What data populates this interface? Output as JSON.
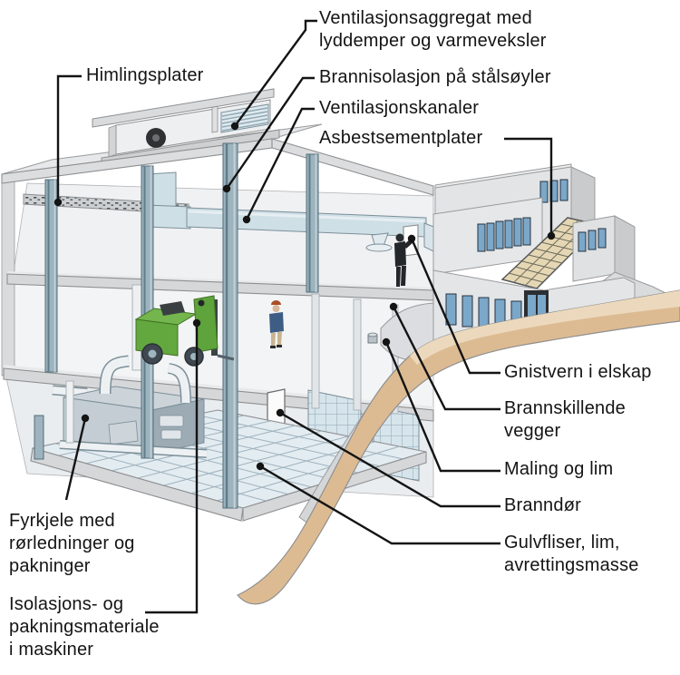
{
  "figure": {
    "type": "labeled cutaway illustration",
    "subject": "industrial building cross-section with hazardous-material locations",
    "language": "Norwegian"
  },
  "labels": [
    {
      "id": "ventilasjonsaggregat",
      "lines": [
        "Ventilasjonsaggregat med",
        "lyddemper og varmeveksler"
      ]
    },
    {
      "id": "himlingsplater",
      "lines": [
        "Himlingsplater"
      ]
    },
    {
      "id": "brannisolasjon",
      "lines": [
        "Brannisolasjon på stålsøyler"
      ]
    },
    {
      "id": "ventilasjonskanaler",
      "lines": [
        "Ventilasjonskanaler"
      ]
    },
    {
      "id": "asbestsementplater",
      "lines": [
        "Asbestsementplater"
      ]
    },
    {
      "id": "gnistvern",
      "lines": [
        "Gnistvern i elskap"
      ]
    },
    {
      "id": "brannskillende",
      "lines": [
        "Brannskillende",
        "vegger"
      ]
    },
    {
      "id": "maling",
      "lines": [
        "Maling og lim"
      ]
    },
    {
      "id": "branndor",
      "lines": [
        "Branndør"
      ]
    },
    {
      "id": "gulvfliser",
      "lines": [
        "Gulvfliser, lim,",
        "avrettingsmasse"
      ]
    },
    {
      "id": "fyrkjele",
      "lines": [
        "Fyrkjele med",
        "rørledninger og",
        "pakninger"
      ]
    },
    {
      "id": "isolasjons",
      "lines": [
        "Isolasjons- og",
        "pakningsmateriale",
        "i maskiner"
      ]
    }
  ],
  "colors": {
    "leader_line": "#141414",
    "wall_light": "#f0f1f3",
    "slab_gray": "#d6d7d9",
    "steel_column": "#9db3be",
    "duct_blue": "#cfdfe6",
    "window_blue": "#7ba7c9",
    "forklift_green": "#5ea33c",
    "terrain_tan": "#ddbb92",
    "asbestos_roof": "#e6d7b4",
    "boiler_gray": "#c3cdd3"
  }
}
